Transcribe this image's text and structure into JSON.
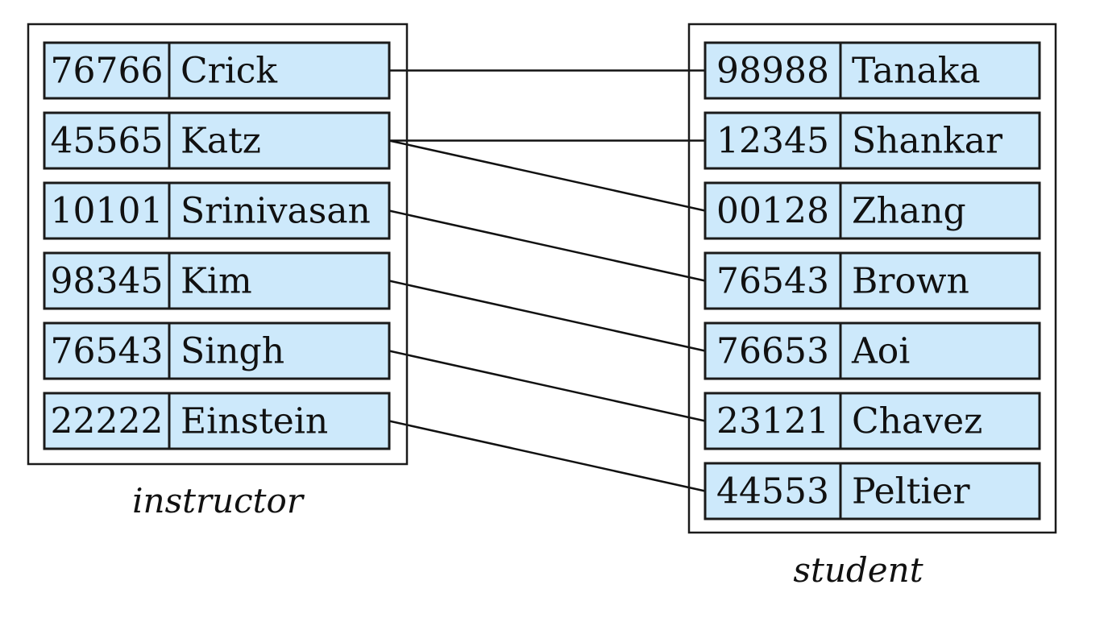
{
  "instructor": {
    "caption": "instructor",
    "rows": [
      {
        "id": "76766",
        "name": "Crick"
      },
      {
        "id": "45565",
        "name": "Katz"
      },
      {
        "id": "10101",
        "name": "Srinivasan"
      },
      {
        "id": "98345",
        "name": "Kim"
      },
      {
        "id": "76543",
        "name": "Singh"
      },
      {
        "id": "22222",
        "name": "Einstein"
      }
    ]
  },
  "student": {
    "caption": "student",
    "rows": [
      {
        "id": "98988",
        "name": "Tanaka"
      },
      {
        "id": "12345",
        "name": "Shankar"
      },
      {
        "id": "00128",
        "name": "Zhang"
      },
      {
        "id": "76543",
        "name": "Brown"
      },
      {
        "id": "76653",
        "name": "Aoi"
      },
      {
        "id": "23121",
        "name": "Chavez"
      },
      {
        "id": "44553",
        "name": "Peltier"
      }
    ]
  },
  "links": [
    {
      "from": "76766",
      "to": "98988"
    },
    {
      "from": "45565",
      "to": "12345"
    },
    {
      "from": "45565",
      "to": "00128"
    },
    {
      "from": "10101",
      "to": "76543"
    },
    {
      "from": "98345",
      "to": "76653"
    },
    {
      "from": "76543",
      "to": "23121"
    },
    {
      "from": "22222",
      "to": "44553"
    }
  ]
}
